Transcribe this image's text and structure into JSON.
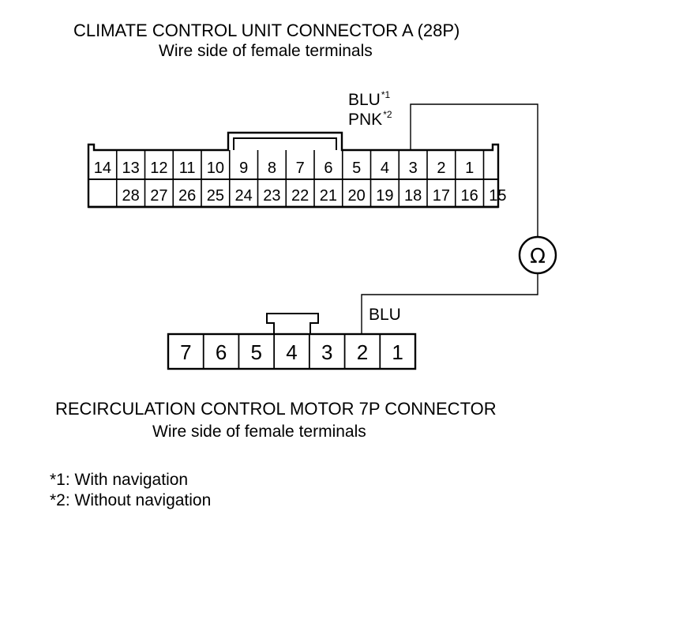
{
  "connector_a": {
    "title": "CLIMATE CONTROL UNIT CONNECTOR A (28P)",
    "subtitle": "Wire side of female terminals",
    "top_row": [
      "14",
      "13",
      "12",
      "11",
      "10",
      "9",
      "8",
      "7",
      "6",
      "5",
      "4",
      "3",
      "2",
      "1"
    ],
    "bottom_row": [
      "28",
      "27",
      "26",
      "25",
      "24",
      "23",
      "22",
      "21",
      "20",
      "19",
      "18",
      "17",
      "16",
      "15"
    ],
    "wire_label_1": "BLU",
    "wire_note_1": "*1",
    "wire_label_2": "PNK",
    "wire_note_2": "*2"
  },
  "connector_b": {
    "title": "RECIRCULATION CONTROL MOTOR 7P CONNECTOR",
    "subtitle": "Wire side of female terminals",
    "pins": [
      "7",
      "6",
      "5",
      "4",
      "3",
      "2",
      "1"
    ],
    "wire_label": "BLU"
  },
  "meter": {
    "symbol": "Ω",
    "icon": "ohmmeter-icon"
  },
  "footnotes": [
    "*1: With navigation",
    "*2: Without navigation"
  ]
}
